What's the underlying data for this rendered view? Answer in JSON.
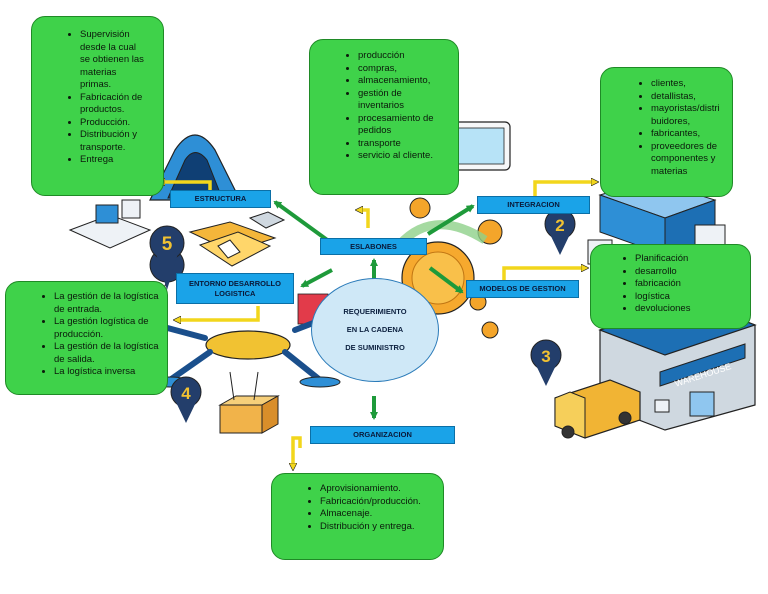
{
  "center": {
    "line1": "REQUERIMIENTO",
    "line2": "EN LA CADENA",
    "line3": "DE SUMINISTRO"
  },
  "labels": {
    "estructura": "ESTRUCTURA",
    "eslabones": "ESLABONES",
    "integracion": "INTEGRACION",
    "entorno_line1": "ENTORNO DESARROLLO",
    "entorno_line2": "LOGISTICA",
    "modelos": "MODELOS DE GESTION",
    "organizacion": "ORGANIZACION"
  },
  "lists": {
    "estructura": [
      "Supervisión desde la cual se obtienen las materias primas.",
      "Fabricación de productos.",
      "Producción.",
      "Distribución y transporte.",
      "Entrega"
    ],
    "eslabones": [
      "producción",
      "compras,",
      "almacenamiento,",
      "gestión de inventarios",
      "procesamiento de pedidos",
      "transporte",
      "servicio al cliente."
    ],
    "integracion": [
      "clientes,",
      "detallistas,",
      "mayoristas/distribuidores,",
      "fabricantes,",
      "proveedores de componentes y materias"
    ],
    "entorno": [
      "La gestión de la logística de entrada.",
      "La gestión logística de producción.",
      "La gestión de la logística de salida.",
      "La logística inversa"
    ],
    "modelos": [
      "Planificación",
      "desarrollo",
      "fabricación",
      "logística",
      "devoluciones"
    ],
    "organizacion": [
      "Aprovisionamiento.",
      "Fabricación/producción.",
      "Almacenaje.",
      "Distribución y entrega."
    ]
  },
  "illustration": {
    "numbers": [
      "5",
      "2",
      "3",
      "4"
    ],
    "sign_text": "WAREHOUSE",
    "colors": {
      "green_box": "#3fd24a",
      "blue_label": "#1aa3e8",
      "hub": "#cfe8f7",
      "arrow": "#1e9a3a",
      "connector": "#f2d61c"
    }
  }
}
